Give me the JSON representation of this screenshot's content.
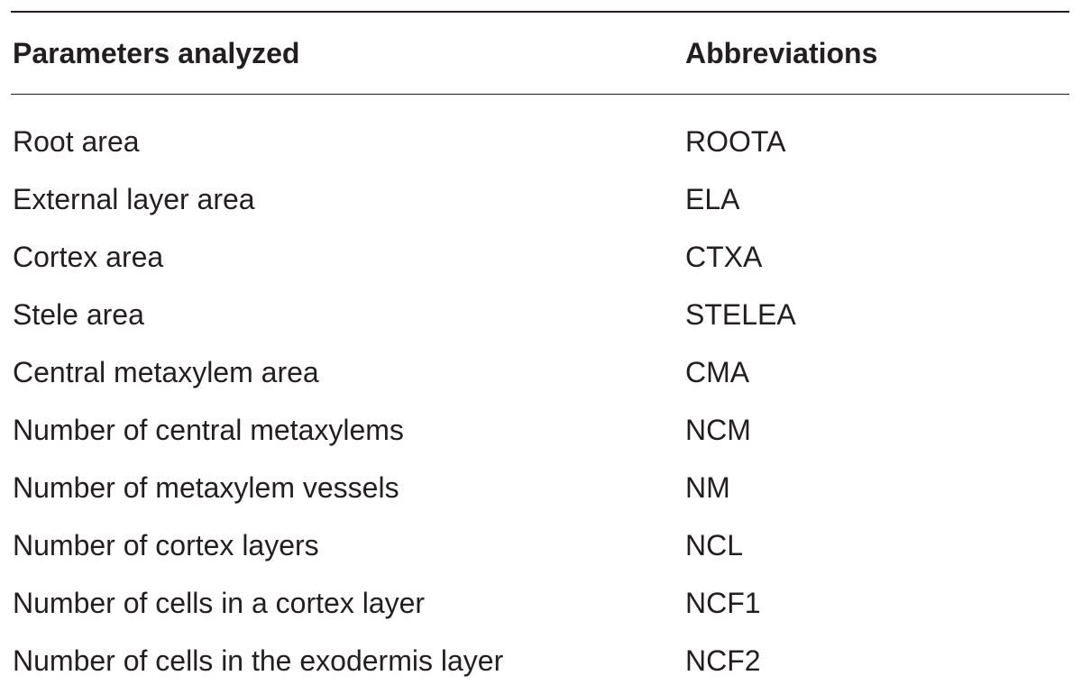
{
  "table": {
    "headers": {
      "parameter": "Parameters analyzed",
      "abbreviation": "Abbreviations"
    },
    "rows": [
      {
        "parameter": "Root area",
        "abbreviation": "ROOTA"
      },
      {
        "parameter": "External layer area",
        "abbreviation": "ELA"
      },
      {
        "parameter": "Cortex area",
        "abbreviation": "CTXA"
      },
      {
        "parameter": "Stele area",
        "abbreviation": "STELEA"
      },
      {
        "parameter": "Central metaxylem area",
        "abbreviation": "CMA"
      },
      {
        "parameter": "Number of central metaxylems",
        "abbreviation": "NCM"
      },
      {
        "parameter": "Number of metaxylem vessels",
        "abbreviation": "NM"
      },
      {
        "parameter": "Number of cortex layers",
        "abbreviation": "NCL"
      },
      {
        "parameter": "Number of cells in a cortex layer",
        "abbreviation": "NCF1"
      },
      {
        "parameter": "Number of cells in the exodermis layer",
        "abbreviation": "NCF2"
      }
    ]
  }
}
